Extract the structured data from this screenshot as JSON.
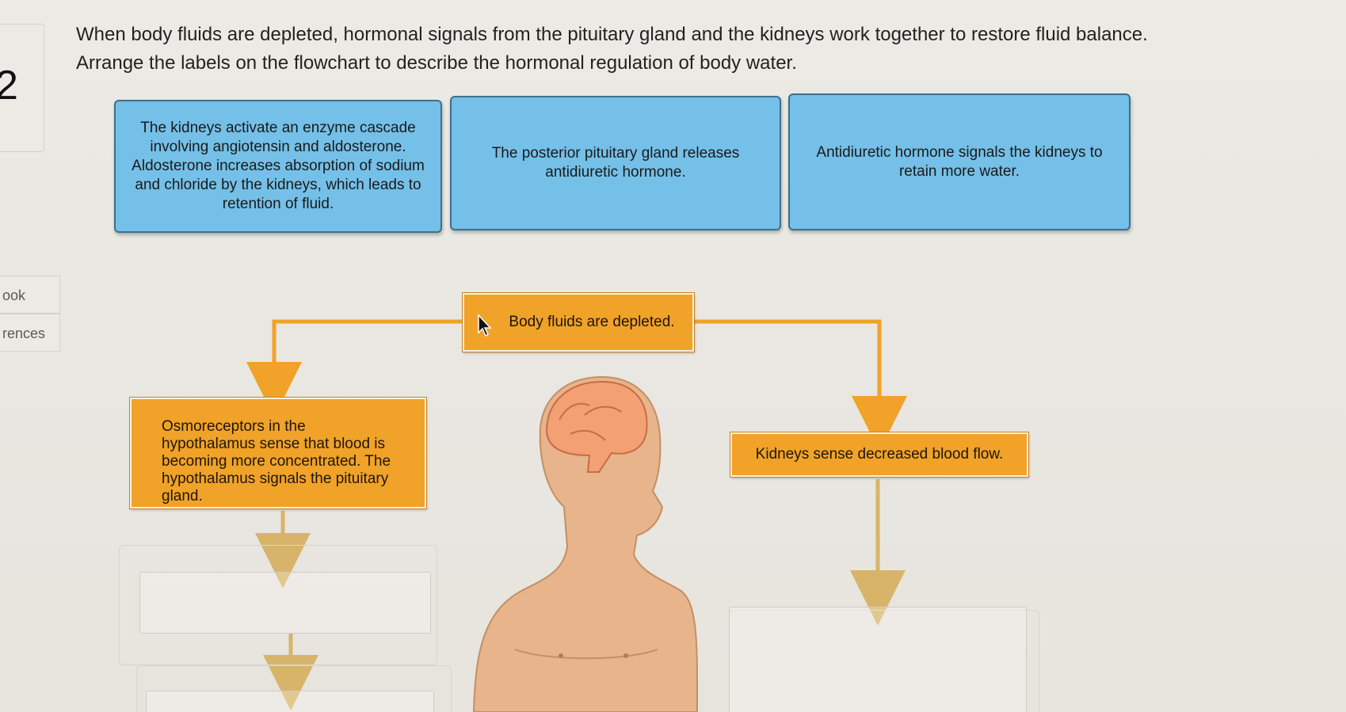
{
  "sidebar": {
    "number": "2",
    "links": [
      {
        "label": "ook"
      },
      {
        "label": "rences"
      }
    ]
  },
  "question": {
    "line1": "When body fluids are depleted, hormonal signals from the pituitary gland and the kidneys work together to restore fluid balance.",
    "line2": "Arrange the labels on the flowchart to describe the hormonal regulation of body water."
  },
  "labels": [
    {
      "text": "The kidneys activate an enzyme cascade involving angiotensin and aldosterone. Aldosterone increases absorption of sodium and chloride by the kidneys, which leads to retention of fluid."
    },
    {
      "text": "The posterior pituitary gland releases antidiuretic hormone."
    },
    {
      "text": "Antidiuretic hormone signals the kidneys to retain more water."
    }
  ],
  "flowchart": {
    "start": "Body fluids are depleted.",
    "left_step": "Osmoreceptors in the hypothalamus sense that blood is becoming more concentrated. The hypothalamus signals the pituitary gland.",
    "right_step": "Kidneys sense decreased blood flow."
  },
  "colors": {
    "label_blue": "#74c0e8",
    "flow_orange": "#f0a229",
    "arrow_orange": "#f0a229",
    "arrow_tan": "#d8b46a"
  },
  "icons": {
    "cursor": "arrow-pointer-icon",
    "illustration": "human-head-brain-illustration"
  }
}
